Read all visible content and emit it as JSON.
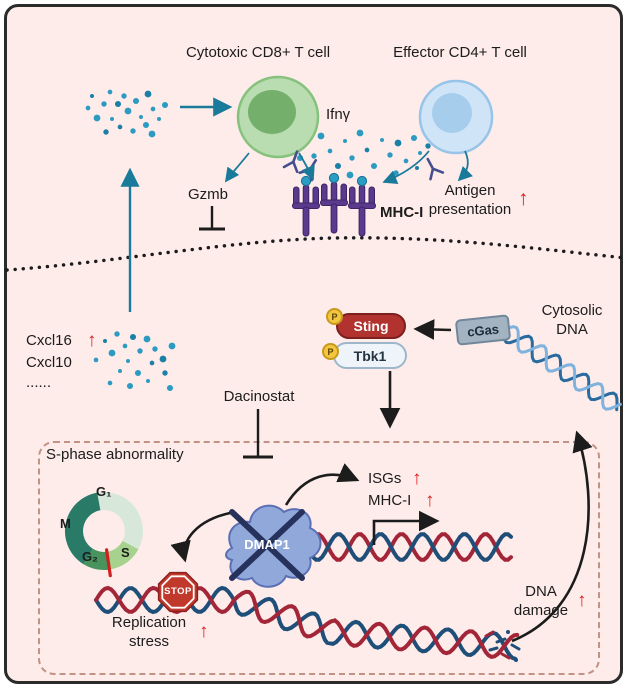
{
  "cells": {
    "cd8_label": "Cytotoxic CD8+ T cell",
    "cd4_label": "Effector CD4+ T cell"
  },
  "signals": {
    "ifng": "Ifnγ",
    "gzmb": "Gzmb",
    "mhc1": "MHC-I",
    "antigen_line1": "Antigen",
    "antigen_line2": "presentation",
    "cxcl16": "Cxcl16",
    "cxcl10": "Cxcl10",
    "ellipsis": "......"
  },
  "pathway": {
    "sting": "Sting",
    "tbk1": "Tbk1",
    "cgas": "cGas",
    "phospho": "P",
    "cytosolic_line1": "Cytosolic",
    "cytosolic_line2": "DNA",
    "isgs": "ISGs",
    "mhc1": "MHC-I",
    "dacinostat": "Dacinostat"
  },
  "nucleus": {
    "s_phase_title": "S-phase abnormality",
    "g1": "G₁",
    "m": "M",
    "g2": "G₂",
    "s": "S",
    "dmap1": "DMAP1",
    "stop": "STOP",
    "replication_line1": "Replication",
    "replication_line2": "stress",
    "dna_damage_line1": "DNA",
    "dna_damage_line2": "damage"
  },
  "glyphs": {
    "up_arrow": "↑"
  },
  "colors": {
    "background": "#fdecea",
    "accent_red": "#e11d1d",
    "teal": "#1a7a9a",
    "mhc_purple": "#5b3a8e",
    "sting_red": "#b23230",
    "dna_red": "#a32638",
    "dna_blue": "#1f4e79"
  }
}
